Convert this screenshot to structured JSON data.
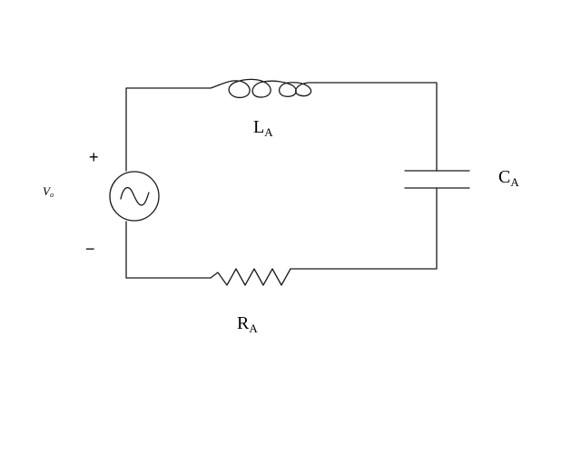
{
  "circuit": {
    "inductor": {
      "name": "L",
      "subscript": "A"
    },
    "capacitor": {
      "name": "C",
      "subscript": "A"
    },
    "resistor": {
      "name": "R",
      "subscript": "A"
    },
    "source": {
      "name": "V",
      "subscript": "o",
      "positive_sign": "+",
      "negative_sign": "−"
    }
  },
  "colors": {
    "wire": "#1a1a1a",
    "background": "#ffffff"
  }
}
